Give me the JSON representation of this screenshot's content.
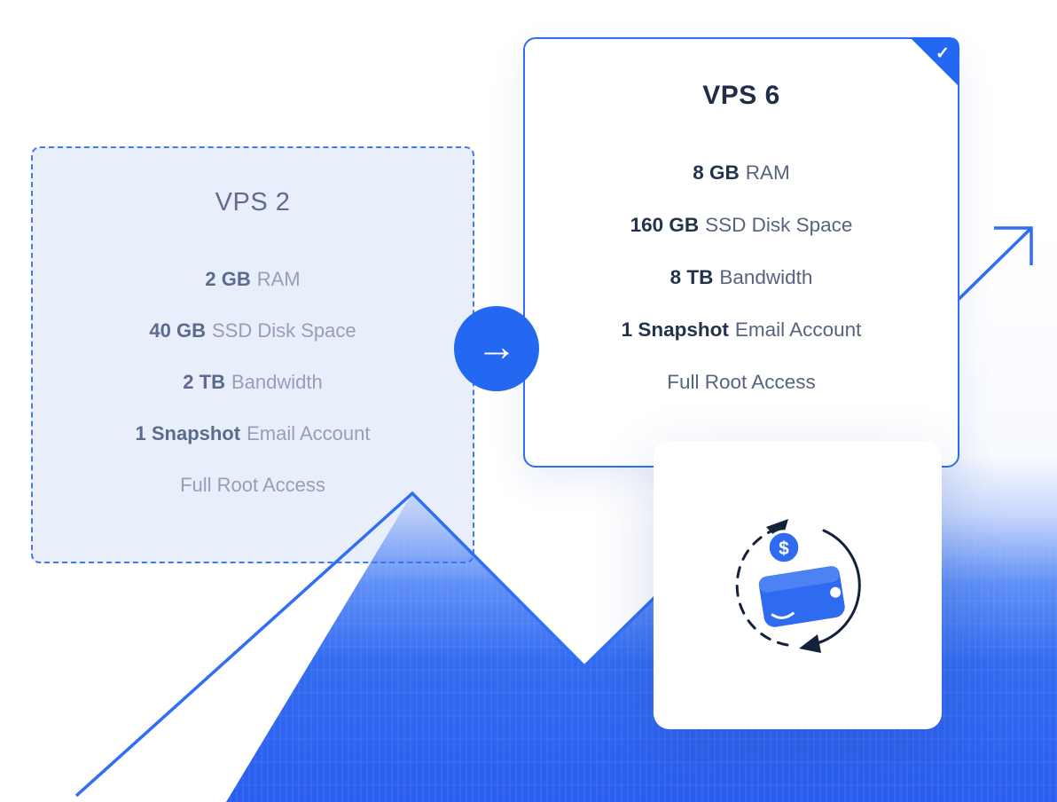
{
  "colors": {
    "accent_blue": "#2468f2",
    "card_border_blue": "#2f6ef5",
    "old_card_bg": "#e9eefb",
    "dark_icon_ink": "#14213a"
  },
  "current_plan": {
    "title": "VPS 2",
    "features": [
      {
        "strong": "2 GB",
        "rest": "RAM"
      },
      {
        "strong": "40 GB",
        "rest": "SSD Disk Space"
      },
      {
        "strong": "2 TB",
        "rest": "Bandwidth"
      },
      {
        "strong": "1 Snapshot",
        "rest": "Email Account"
      },
      {
        "strong": "",
        "rest": "Full Root Access"
      }
    ]
  },
  "upgrade_plan": {
    "title": "VPS 6",
    "selected_badge": "✓",
    "features": [
      {
        "strong": "8 GB",
        "rest": "RAM"
      },
      {
        "strong": "160 GB",
        "rest": "SSD Disk Space"
      },
      {
        "strong": "8 TB",
        "rest": "Bandwidth"
      },
      {
        "strong": "1 Snapshot",
        "rest": "Email Account"
      },
      {
        "strong": "",
        "rest": "Full Root Access"
      }
    ]
  },
  "arrow_button": {
    "glyph": "→"
  },
  "wallet_badge": {
    "coin_symbol": "$"
  }
}
